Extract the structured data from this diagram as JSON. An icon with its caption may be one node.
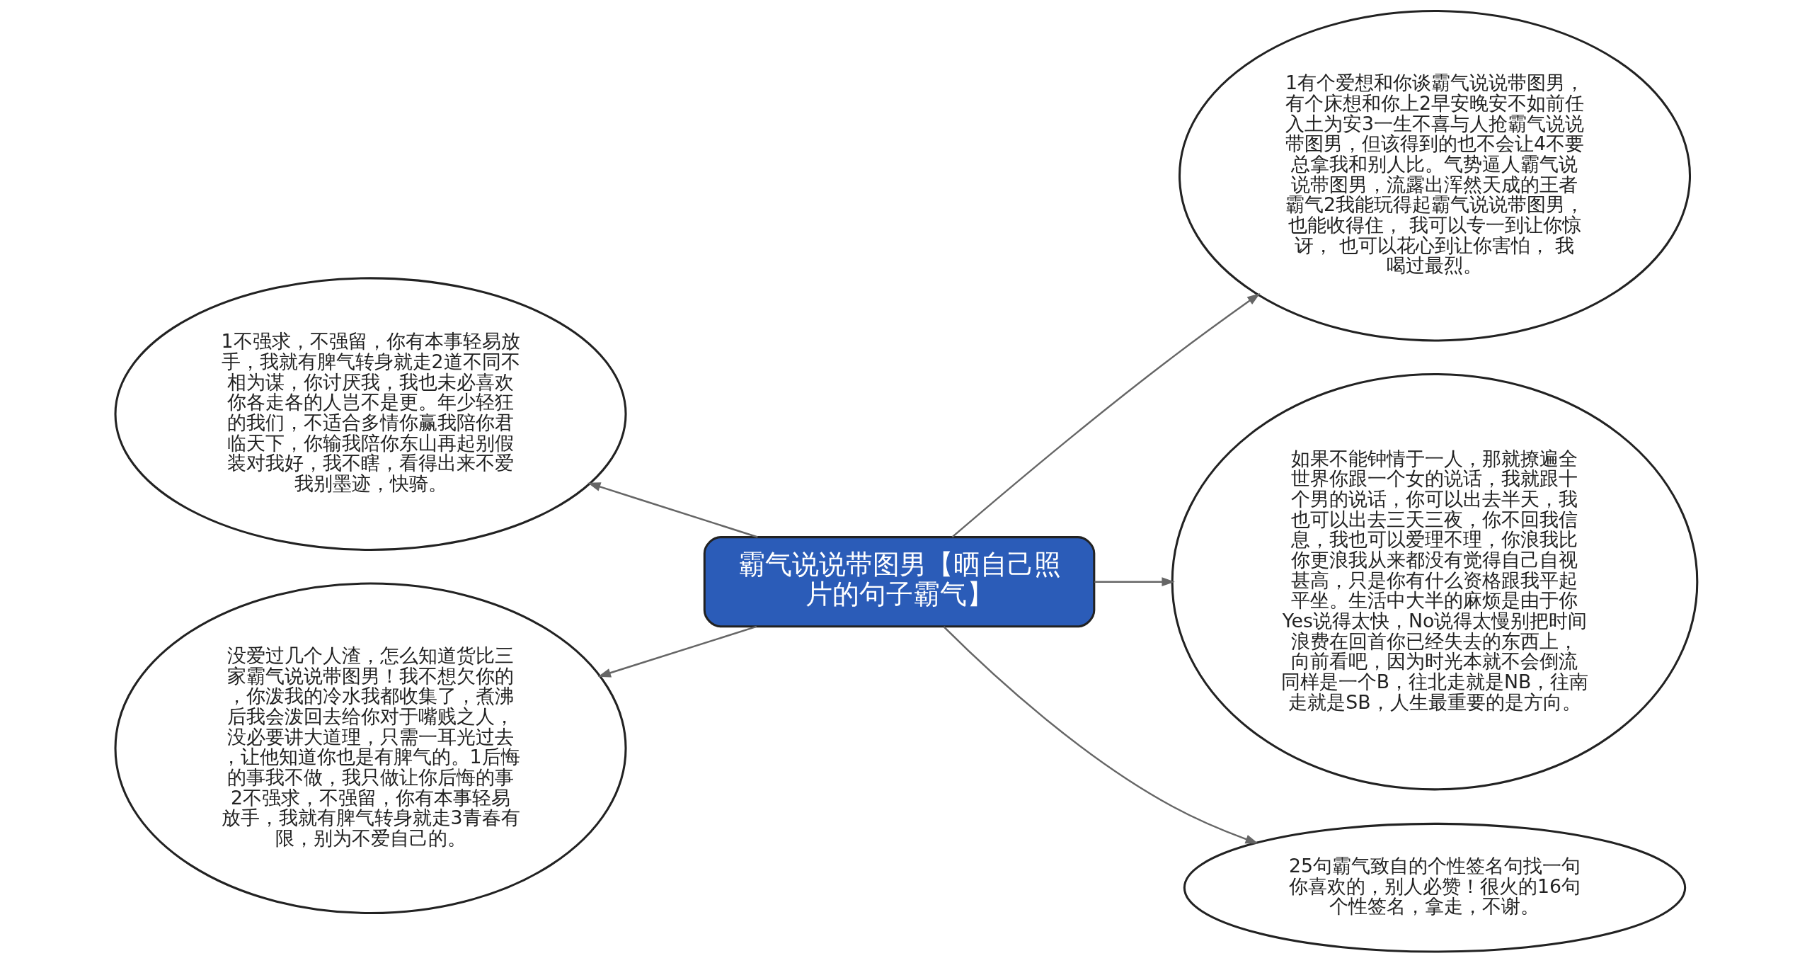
{
  "diagram": {
    "nodes": [
      {
        "text": [
          "霸气说说带图男【晒自己照片的句子霸气】"
        ]
      },
      {
        "text": [
          "1不强求，不强留，你有本事轻易放手，我就有脾气转身就走2道不同不相为谋，你讨厌我，我也未必喜欢你各走各的人岂不是更。年少轻狂的我们，不适合多情你赢我陪你君临天下，你输我陪你东山再起别假装对我好，我不瞎，看得出来不爱我别墨迹，快骑。"
        ]
      },
      {
        "text": [
          "没爱过几个人渣，怎么知道货比三家霸气说说带图男！我不想欠你的，你泼我的冷水我都收集了，煮沸后我会泼回去给你对于嘴贱之人，没必要讲大道理，只需一耳光过去，让他知道你也是有脾气的。1后悔的事我不做，我只做让你后悔的事 2不强求，不强留，你有本事轻易放手，我就有脾气转身就走3青春有限，别为不爱自己的。"
        ]
      },
      {
        "text": [
          "1有个爱想和你谈霸气说说带图男，有个床想和你上2早安晚安不如前任入土为安3一生不喜与人抢霸气说说带图男，但该得到的也不会让4不要总拿我和别人比。气势逼人霸气说说带图男，流露出浑然天成的王者霸气2我能玩得起霸气说说带图男，也能收得住， 我可以专一到让你惊讶， 也可以花心到让你害怕， 我喝过最烈。"
        ]
      },
      {
        "text": [
          "如果不能钟情于一人，那就撩遍全世界你跟一个女的说话，我就跟十个男的说话，你可以出去半天，我也可以出去三天三夜，你不回我信息，我也可以爱理不理，你浪我比你更浪我从来都没有觉得自己自视甚高，只是你有什么资格跟我平起平坐。生活中大半的麻烦是由于你Yes说得太快，No说得太慢别把时间浪费在回首你已经失去的东西上，向前看吧，因为时光本就不会倒流同样是一个B，往北走就是NB，往南走就是SB，人生最重要的是方向。"
        ]
      },
      {
        "text": [
          "25句霸气致自的个性签名句找一句你喜欢的，别人必赞！很火的16句个性签名，拿走，不谢。"
        ]
      }
    ],
    "edges": [
      {
        "from": 0,
        "to": 1,
        "arrow": "to"
      },
      {
        "from": 0,
        "to": 2,
        "arrow": "to"
      },
      {
        "from": 0,
        "to": 3,
        "arrow": "to"
      },
      {
        "from": 0,
        "to": 4,
        "arrow": "to"
      },
      {
        "from": 0,
        "to": 5,
        "arrow": "to"
      }
    ]
  }
}
